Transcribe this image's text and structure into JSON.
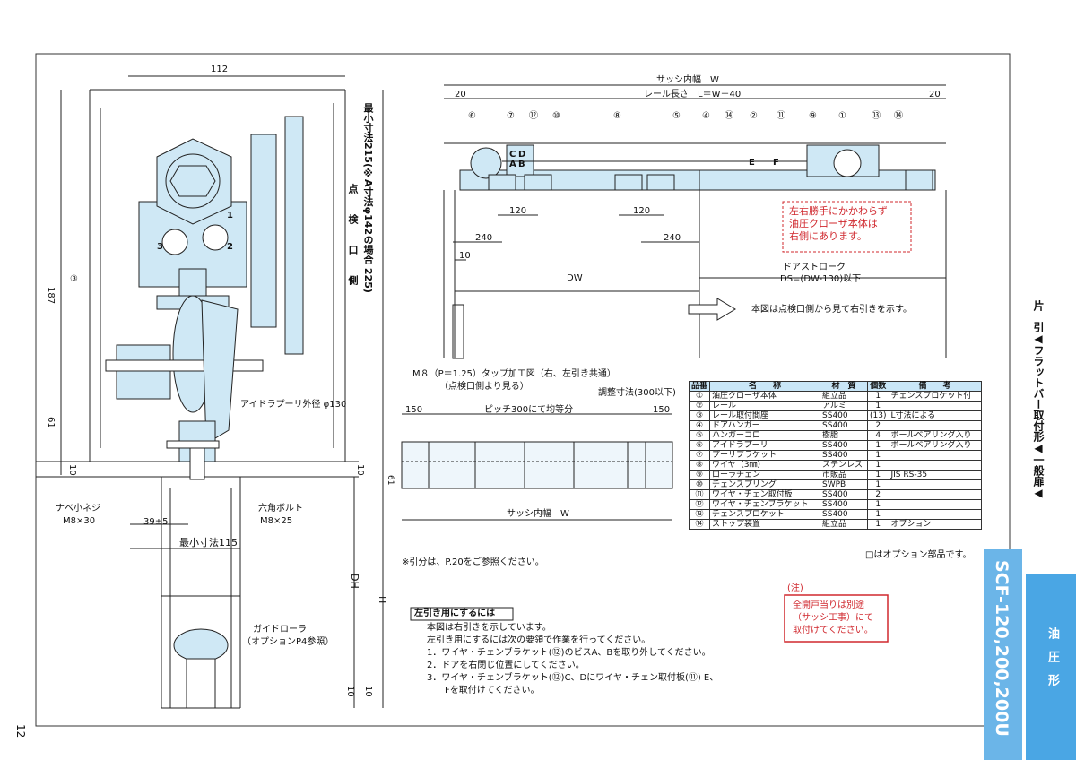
{
  "page": {
    "number": "12"
  },
  "left_view": {
    "dim_top": "112",
    "dim_height": "187",
    "dim_61": "61",
    "dim_10a": "10",
    "dim_10b": "10",
    "dim_10c": "10",
    "dim_10d": "10",
    "dim_39": "39±5",
    "min_115": "最小寸法115",
    "dh": "DH",
    "h": "H",
    "callout_3": "③",
    "pulley_num_1": "1",
    "pulley_num_2": "2",
    "pulley_num_3": "3",
    "idler_label": "アイドラプーリ外径 φ130",
    "pan_screw": "ナベ小ネジ",
    "pan_screw_size": "M8×30",
    "hex_bolt": "六角ボルト",
    "hex_bolt_size": "M8×25",
    "guide_roller": "ガイドローラ",
    "guide_roller_note": "（オプションP4参照）",
    "inspection_side": "点　検　口　側",
    "min_dim_vertical": "最小寸法215(※A寸法φ142の場合 225)"
  },
  "top_view": {
    "sash_width": "サッシ内幅　W",
    "rail_length": "レール長さ　L＝W－40",
    "dim_20_left": "20",
    "dim_20_right": "20",
    "callouts": [
      "⑥",
      "⑦",
      "⑫",
      "⑩",
      "⑧",
      "⑤",
      "④",
      "⑭",
      "②",
      "⑪",
      "⑨",
      "①",
      "⑬",
      "⑭"
    ],
    "c_letter": "C",
    "d_letter": "D",
    "a_letter": "A",
    "b_letter": "B",
    "e_letter": "E",
    "f_letter": "F",
    "dim_120a": "120",
    "dim_120b": "120",
    "dim_240a": "240",
    "dim_240b": "240",
    "dim_10": "10",
    "dw": "DW",
    "door_stroke": "ドアストローク",
    "ds_formula": "DS=(DW-130)以下",
    "red_note": [
      "左右勝手にかかわらず",
      "油圧クローザ本体は",
      "右側にあります。"
    ],
    "view_note": "本図は点検口側から見て右引きを示す。"
  },
  "tap_drawing": {
    "title": "M８（P＝1.25）タップ加工図（右、左引き共通）",
    "subtitle": "（点検口側より見る）",
    "adjust": "調整寸法(300以下)",
    "dim_150a": "150",
    "pitch": "ピッチ300にて均等分",
    "dim_150b": "150",
    "dim_61": "61",
    "sash_width": "サッシ内幅　W"
  },
  "parts_table": {
    "headers": [
      "品番",
      "名　　称",
      "材　質",
      "個数",
      "備　　考"
    ],
    "rows": [
      [
        "①",
        "油圧クローザ本体",
        "組立品",
        "1",
        "チェンスプロケット付"
      ],
      [
        "②",
        "レール",
        "アルミ",
        "1",
        ""
      ],
      [
        "③",
        "レール取付間座",
        "SS400",
        "(13)",
        "L寸法による"
      ],
      [
        "④",
        "ドアハンガー",
        "SS400",
        "2",
        ""
      ],
      [
        "⑤",
        "ハンガーコロ",
        "樹脂",
        "4",
        "ボールベアリング入り"
      ],
      [
        "⑥",
        "アイドラプーリ",
        "SS400",
        "1",
        "ボールベアリング入り"
      ],
      [
        "⑦",
        "プーリブラケット",
        "SS400",
        "1",
        ""
      ],
      [
        "⑧",
        "ワイヤ（3㎜）",
        "ステンレス",
        "1",
        ""
      ],
      [
        "⑨",
        "ローラチェン",
        "市販品",
        "1",
        "JIS RS-35"
      ],
      [
        "⑩",
        "チェンスプリング",
        "SWPB",
        "1",
        ""
      ],
      [
        "⑪",
        "ワイヤ・チェン取付板",
        "SS400",
        "2",
        ""
      ],
      [
        "⑫",
        "ワイヤ・チェンブラケット",
        "SS400",
        "1",
        ""
      ],
      [
        "⑬",
        "チェンスプロケット",
        "SS400",
        "1",
        ""
      ],
      [
        "⑭",
        "ストップ装置",
        "組立品",
        "1",
        "オプション"
      ]
    ],
    "option_note": "□はオプション部品です。"
  },
  "reference_note": "※引分は、P.20をご参照ください。",
  "left_hand": {
    "title": "左引き用にするには",
    "lines": [
      "本図は右引きを示しています。",
      "左引き用にするには次の要領で作業を行ってください。",
      "1．ワイヤ・チェンブラケット(⑫)のビスA、Bを取り外してください。",
      "2．ドアを右閉じ位置にしてください。",
      "3．ワイヤ・チェンブラケット(⑫)C、Dにワイヤ・チェン取付板(⑪) E、",
      "　　Fを取付けてください。"
    ]
  },
  "red_box": {
    "label": "(注)",
    "lines": [
      "全開戸当りは別途",
      "（サッシ工事）にて",
      "取付けてください。"
    ]
  },
  "sidebar": {
    "category": "片　引◀フラットバー取付形◀一般扉◀",
    "model": "SCF-120,200,200U",
    "type": "油　圧　形"
  },
  "colors": {
    "part_fill": "#cfe8f5",
    "accent_blue": "#4aa6e4",
    "red": "#d0282e"
  }
}
